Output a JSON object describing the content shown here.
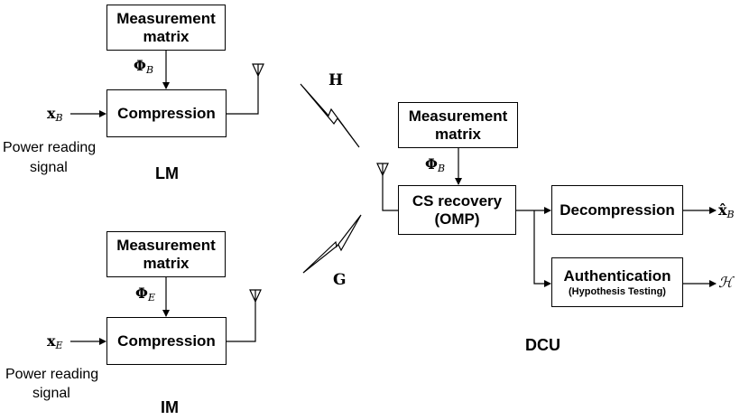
{
  "lm": {
    "meas_line1": "Measurement",
    "meas_line2": "matrix",
    "phi": "Φ",
    "phi_sub": "B",
    "x": "x",
    "x_sub": "B",
    "compression": "Compression",
    "signal_line1": "Power reading",
    "signal_line2": "signal",
    "name": "LM"
  },
  "im": {
    "meas_line1": "Measurement",
    "meas_line2": "matrix",
    "phi": "Φ",
    "phi_sub": "E",
    "x": "x",
    "x_sub": "E",
    "compression": "Compression",
    "signal_line1": "Power reading",
    "signal_line2": "signal",
    "name": "IM"
  },
  "channels": {
    "h": "H",
    "g": "G"
  },
  "dcu": {
    "meas_line1": "Measurement",
    "meas_line2": "matrix",
    "phi": "Φ",
    "phi_sub": "B",
    "cs_line1": "CS recovery",
    "cs_line2": "(OMP)",
    "decompression": "Decompression",
    "xhat": "x̂",
    "xhat_sub": "B",
    "auth_line1": "Authentication",
    "auth_line2": "(Hypothesis Testing)",
    "hyp": "ℋ",
    "name": "DCU"
  }
}
